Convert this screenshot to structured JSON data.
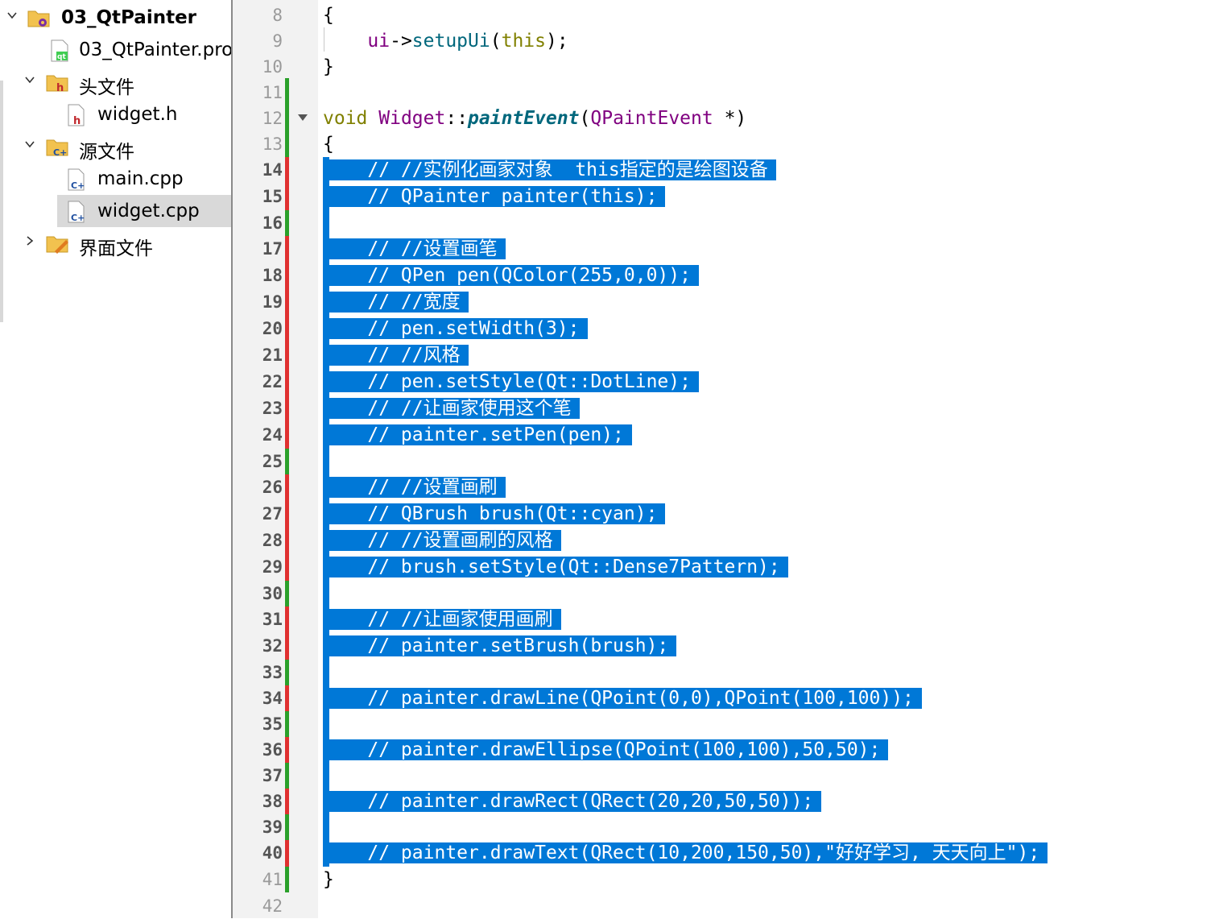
{
  "project_tree": {
    "project": "03_QtPainter",
    "pro_file": "03_QtPainter.pro",
    "headers_folder": "头文件",
    "header_file": "widget.h",
    "sources_folder": "源文件",
    "source_main": "main.cpp",
    "source_widget": "widget.cpp",
    "forms_folder": "界面文件"
  },
  "editor": {
    "line_numbers": [
      "8",
      "9",
      "10",
      "11",
      "12",
      "13",
      "14",
      "15",
      "16",
      "17",
      "18",
      "19",
      "20",
      "21",
      "22",
      "23",
      "24",
      "25",
      "26",
      "27",
      "28",
      "29",
      "30",
      "31",
      "32",
      "33",
      "34",
      "35",
      "36",
      "37",
      "38",
      "39",
      "40",
      "41",
      "42"
    ],
    "lines": {
      "l8": "{",
      "l9_a": "ui",
      "l9_b": "->",
      "l9_c": "setupUi",
      "l9_d": "(",
      "l9_e": "this",
      "l9_f": ");",
      "l10": "}",
      "l12_a": "void",
      "l12_b": "Widget",
      "l12_c": "::",
      "l12_d": "paintEvent",
      "l12_e": "(",
      "l12_f": "QPaintEvent",
      "l12_g": " *)",
      "l13": "{",
      "l14": "    // //实例化画家对象  this指定的是绘图设备",
      "l15": "    // QPainter painter(this);",
      "l17": "    // //设置画笔",
      "l18": "    // QPen pen(QColor(255,0,0));",
      "l19": "    // //宽度",
      "l20": "    // pen.setWidth(3);",
      "l21": "    // //风格",
      "l22": "    // pen.setStyle(Qt::DotLine);",
      "l23": "    // //让画家使用这个笔",
      "l24": "    // painter.setPen(pen);",
      "l26": "    // //设置画刷",
      "l27": "    // QBrush brush(Qt::cyan);",
      "l28": "    // //设置画刷的风格",
      "l29": "    // brush.setStyle(Qt::Dense7Pattern);",
      "l31": "    // //让画家使用画刷",
      "l32": "    // painter.setBrush(brush);",
      "l34": "    // painter.drawLine(QPoint(0,0),QPoint(100,100));",
      "l36": "    // painter.drawEllipse(QPoint(100,100),50,50);",
      "l38": "    // painter.drawRect(QRect(20,20,50,50));",
      "l40": "    // painter.drawText(QRect(10,200,150,50),\"好好学习, 天天向上\");",
      "l41": "}"
    }
  },
  "colors": {
    "selection": "#0078d7",
    "changed_marker": "#e03030",
    "saved_marker": "#2aa02a",
    "keyword": "#808000",
    "type": "#800080"
  }
}
